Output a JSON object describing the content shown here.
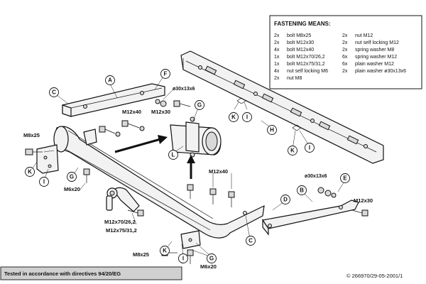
{
  "fastening": {
    "title": "FASTENING MEANS:",
    "left": [
      {
        "qty": "2x",
        "desc": "bolt M8x25"
      },
      {
        "qty": "2x",
        "desc": "bolt M12x30"
      },
      {
        "qty": "4x",
        "desc": "bolt M12x40"
      },
      {
        "qty": "1x",
        "desc": "bolt M12x70/26,2"
      },
      {
        "qty": "1x",
        "desc": "bolt M12x75/31,2"
      },
      {
        "qty": "4x",
        "desc": "nut self locking M6"
      },
      {
        "qty": "2x",
        "desc": "nut M8"
      }
    ],
    "right": [
      {
        "qty": "2x",
        "desc": "nut M12"
      },
      {
        "qty": "2x",
        "desc": "nut self locking M12"
      },
      {
        "qty": "2x",
        "desc": "spring washer M8"
      },
      {
        "qty": "6x",
        "desc": "spring washer M12"
      },
      {
        "qty": "6x",
        "desc": "plain washer M12"
      },
      {
        "qty": "2x",
        "desc": "plain washer ø30x13x6"
      }
    ]
  },
  "callouts": {
    "A": "A",
    "B": "B",
    "C": "C",
    "D": "D",
    "E": "E",
    "F": "F",
    "G": "G",
    "H": "H",
    "I": "I",
    "K": "K",
    "L": "L"
  },
  "labels": {
    "m8x25": "M8x25",
    "m12x40": "M12x40",
    "m12x30": "M12x30",
    "m6x20": "M6x20",
    "m12x70": "M12x70/26,2",
    "m12x75": "M12x75/31,2",
    "washer": "ø30x13x6"
  },
  "footer": {
    "note": "Tested in accordance with directives 94/20/EG",
    "copyright": "© 266970/29-05-2001/1"
  },
  "colors": {
    "ink": "#111111",
    "note_bg": "#d0d0d0"
  }
}
